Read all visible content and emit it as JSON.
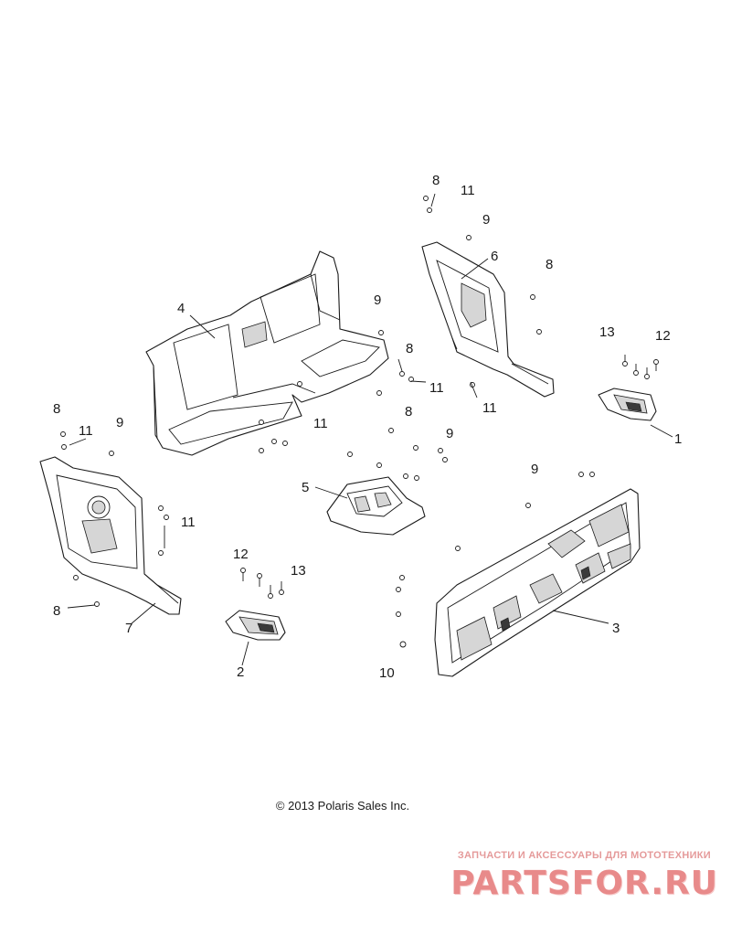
{
  "callouts": {
    "c1": "1",
    "c2": "2",
    "c3": "3",
    "c4": "4",
    "c5": "5",
    "c6": "6",
    "c7": "7",
    "c8a": "8",
    "c8b": "8",
    "c8c": "8",
    "c8d": "8",
    "c8e": "8",
    "c8f": "8",
    "c9a": "9",
    "c9b": "9",
    "c9c": "9",
    "c9d": "9",
    "c9e": "9",
    "c10": "10",
    "c11a": "11",
    "c11b": "11",
    "c11c": "11",
    "c11d": "11",
    "c11e": "11",
    "c11f": "11",
    "c12a": "12",
    "c12b": "12",
    "c13a": "13",
    "c13b": "13"
  },
  "copyright": "© 2013 Polaris Sales Inc.",
  "watermark": {
    "tagline": "ЗАПЧАСТИ И АКСЕССУАРЫ ДЛЯ МОТОТЕХНИКИ",
    "logo": "PARTSFOR.RU"
  },
  "colors": {
    "line": "#1a1a1a",
    "watermark": "#e88a8a",
    "background": "#ffffff"
  }
}
